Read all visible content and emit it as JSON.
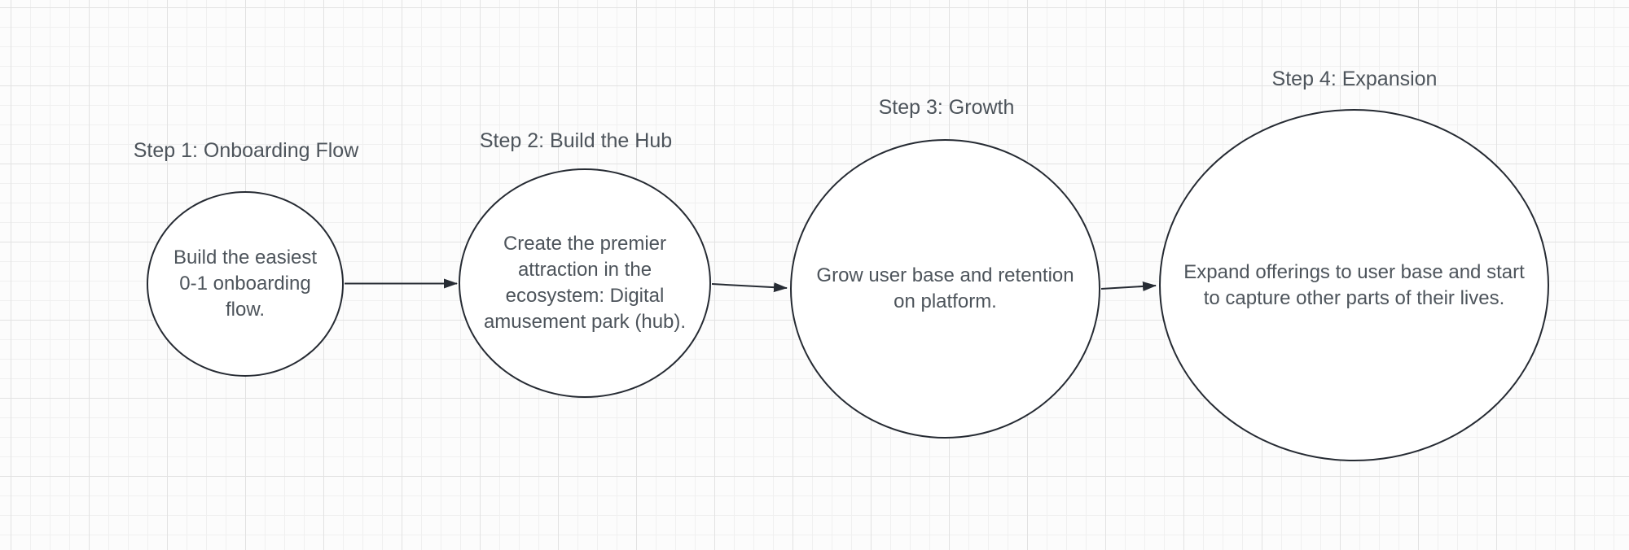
{
  "diagram": {
    "steps": [
      {
        "title": "Step 1: Onboarding Flow",
        "text": "Build the easiest\n0-1 onboarding\nflow."
      },
      {
        "title": "Step 2: Build the Hub",
        "text": "Create the premier\nattraction in the\necosystem: Digital\namusement park (hub)."
      },
      {
        "title": "Step 3: Growth",
        "text": "Grow user base and retention\non platform."
      },
      {
        "title": "Step 4: Expansion",
        "text": "Expand offerings to user base and start\nto capture other parts of their lives."
      }
    ],
    "colors": {
      "canvas-bg": "#fcfcfc",
      "grid-minor": "#f0f0f0",
      "grid-major": "#e2e2e2",
      "node-fill": "#ffffff",
      "node-stroke": "#262b33",
      "connector": "#262b33",
      "text": "#4d545b"
    }
  }
}
